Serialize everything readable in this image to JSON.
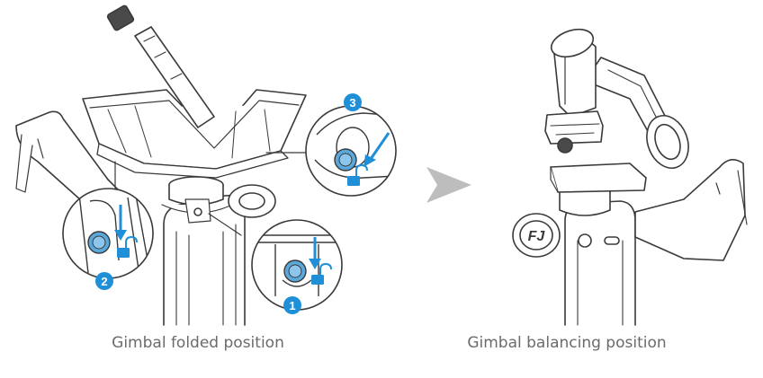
{
  "captions": {
    "folded": "Gimbal folded position",
    "balancing": "Gimbal balancing position"
  },
  "steps": [
    {
      "number": "1",
      "icon": "unlock-icon"
    },
    {
      "number": "2",
      "icon": "unlock-icon"
    },
    {
      "number": "3",
      "icon": "unlock-icon"
    }
  ],
  "arrow_icon": "right-triangle-arrow-icon",
  "colors": {
    "line": "#3a3a3a",
    "accent_blue": "#1f8fd8",
    "knob_blue": "#5aa9dd",
    "arrow_gray": "#bdbdbd",
    "caption": "#6b6b6b"
  }
}
